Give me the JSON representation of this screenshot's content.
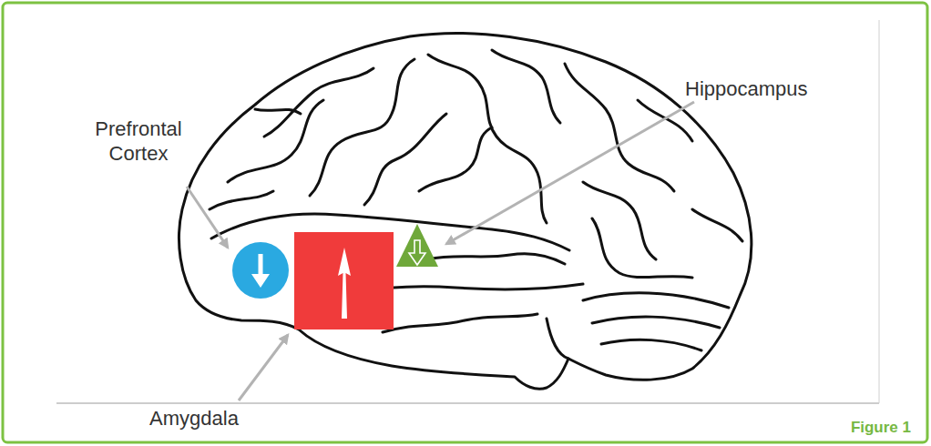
{
  "diagram": {
    "caption": "Figure 1",
    "labels": [
      "Prefrontal Cortex",
      "Hippocampus",
      "Amygdala"
    ]
  }
}
